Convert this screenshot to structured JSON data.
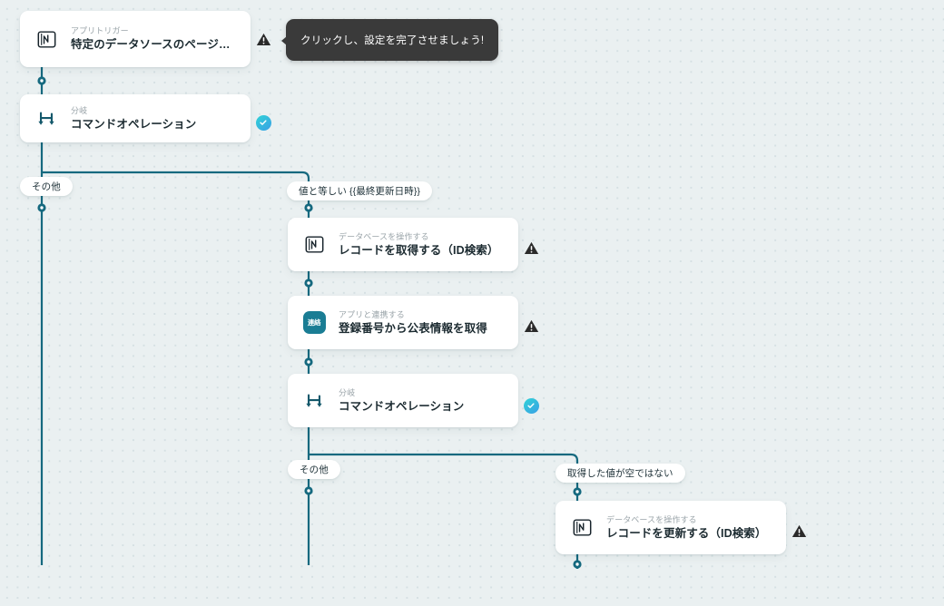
{
  "canvas": {
    "background_color": "#eaf0f1",
    "dot_color": "#d5e0e3",
    "edge_color": "#15697f"
  },
  "tooltip": {
    "text": "クリックし、設定を完了させましょう!",
    "background_color": "#3a3a3a"
  },
  "nodes": [
    {
      "id": "trigger",
      "caption": "アプリトリガー",
      "title": "特定のデータソースのページが作成・…",
      "icon": "notion-icon",
      "status": "warning"
    },
    {
      "id": "branch-1",
      "caption": "分岐",
      "title": "コマンドオペレーション",
      "icon": "branch-icon",
      "status": "check"
    },
    {
      "id": "get-record",
      "caption": "データベースを操作する",
      "title": "レコードを取得する（ID検索）",
      "icon": "notion-icon",
      "status": "warning"
    },
    {
      "id": "get-public-info",
      "caption": "アプリと連携する",
      "title": "登録番号から公表情報を取得",
      "icon": "renkei-icon",
      "icon_label": "連絡",
      "status": "warning"
    },
    {
      "id": "branch-2",
      "caption": "分岐",
      "title": "コマンドオペレーション",
      "icon": "branch-icon",
      "status": "check"
    },
    {
      "id": "update-record",
      "caption": "データベースを操作する",
      "title": "レコードを更新する（ID検索）",
      "icon": "notion-icon",
      "status": "warning"
    }
  ],
  "branch_labels": [
    {
      "id": "branch-1-other",
      "text": "その他"
    },
    {
      "id": "branch-1-match",
      "text": "値と等しい {{最終更新日時}}"
    },
    {
      "id": "branch-2-other",
      "text": "その他"
    },
    {
      "id": "branch-2-notempty",
      "text": "取得した値が空ではない"
    }
  ]
}
